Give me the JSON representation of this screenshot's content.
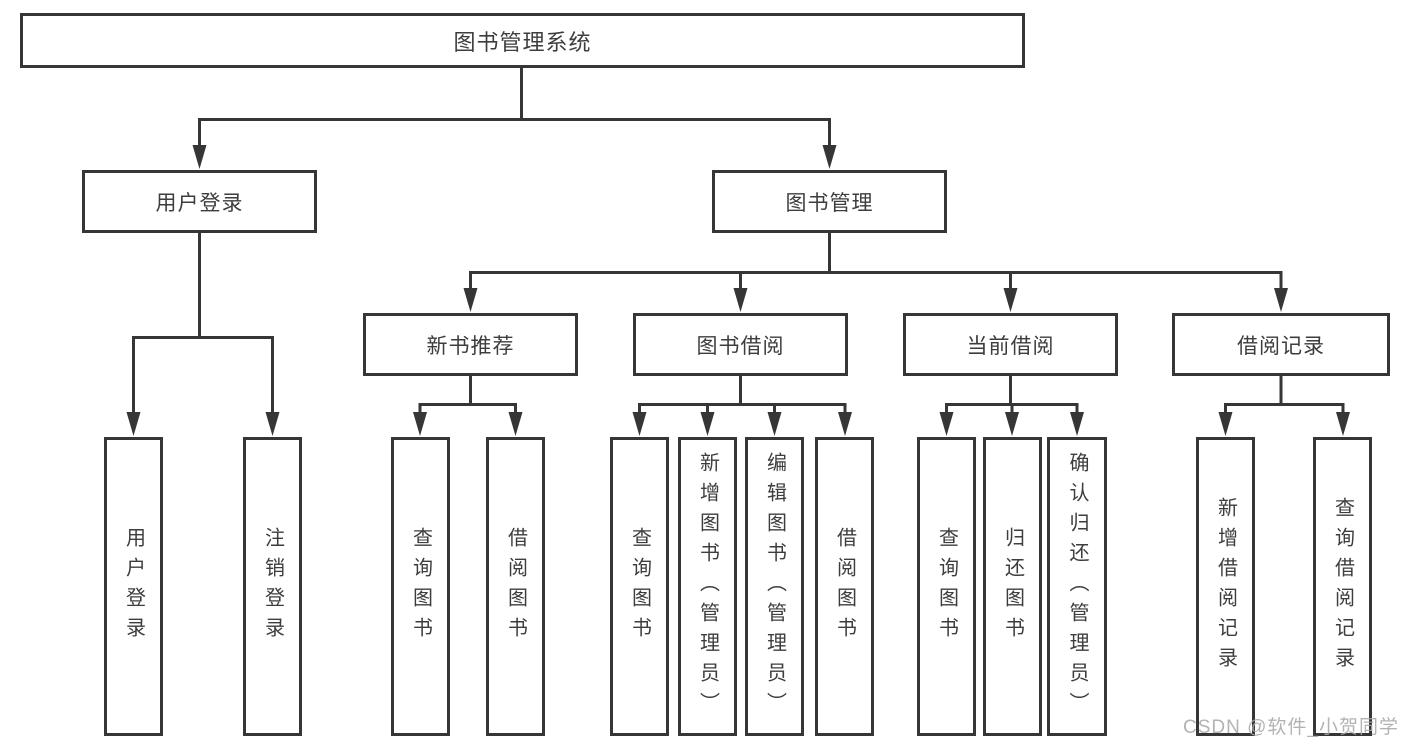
{
  "diagram": {
    "root": {
      "label": "图书管理系统"
    },
    "branches": [
      {
        "label": "用户登录",
        "children": [
          {
            "label": "用户登录"
          },
          {
            "label": "注销登录"
          }
        ]
      },
      {
        "label": "图书管理",
        "children": [
          {
            "label": "新书推荐",
            "children": [
              {
                "label": "查询图书"
              },
              {
                "label": "借阅图书"
              }
            ]
          },
          {
            "label": "图书借阅",
            "children": [
              {
                "label": "查询图书"
              },
              {
                "label": "新增图书（管理员）"
              },
              {
                "label": "编辑图书（管理员）"
              },
              {
                "label": "借阅图书"
              }
            ]
          },
          {
            "label": "当前借阅",
            "children": [
              {
                "label": "查询图书"
              },
              {
                "label": "归还图书"
              },
              {
                "label": "确认归还（管理员）"
              }
            ]
          },
          {
            "label": "借阅记录",
            "children": [
              {
                "label": "新增借阅记录"
              },
              {
                "label": "查询借阅记录"
              }
            ]
          }
        ]
      }
    ]
  },
  "watermark": {
    "text": "CSDN @软件_小贺同学"
  },
  "colors": {
    "line": "#363636",
    "text": "#3d3d3d",
    "background": "#ffffff",
    "watermark": "#a8a8a8"
  }
}
